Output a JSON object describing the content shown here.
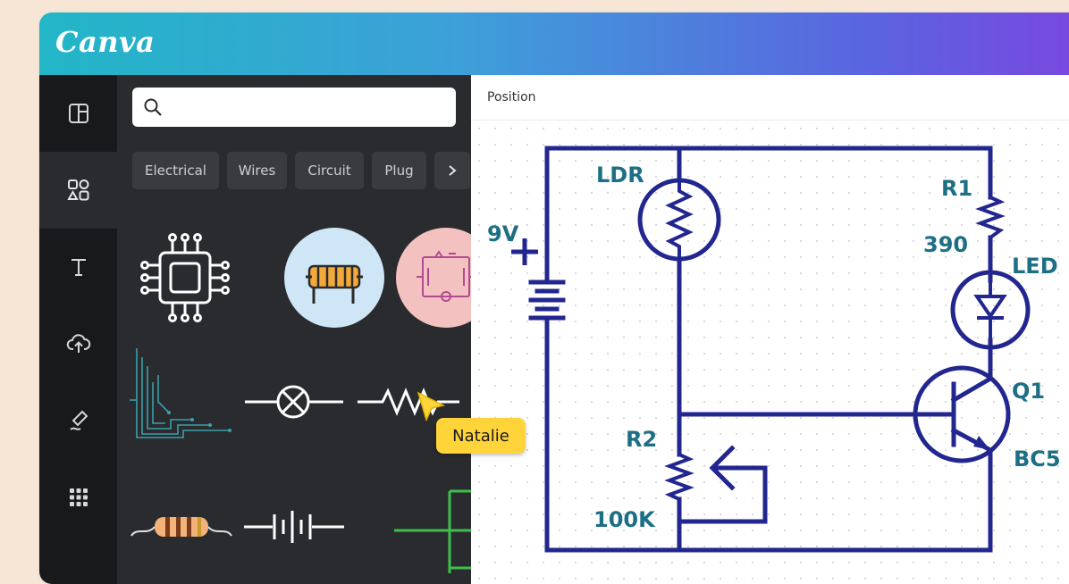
{
  "app": {
    "logo": "Canva"
  },
  "rail": {
    "items": [
      {
        "icon": "layout-icon"
      },
      {
        "icon": "elements-icon",
        "active": true
      },
      {
        "icon": "text-icon"
      },
      {
        "icon": "upload-icon"
      },
      {
        "icon": "draw-icon"
      },
      {
        "icon": "apps-icon"
      }
    ]
  },
  "search": {
    "placeholder": "",
    "value": ""
  },
  "chips": [
    "Electrical",
    "Wires",
    "Circuit",
    "Plug"
  ],
  "canvas": {
    "toolbar_label": "Position"
  },
  "circuit": {
    "labels": {
      "ldr": "LDR",
      "voltage": "9V",
      "r1": "R1",
      "r1_value": "390",
      "led": "LED",
      "q1": "Q1",
      "q1_part": "BC5",
      "r2": "R2",
      "r2_value": "100K"
    },
    "colors": {
      "wire": "#22268f",
      "label": "#1d6f85"
    }
  },
  "collaborator": {
    "name": "Natalie"
  }
}
